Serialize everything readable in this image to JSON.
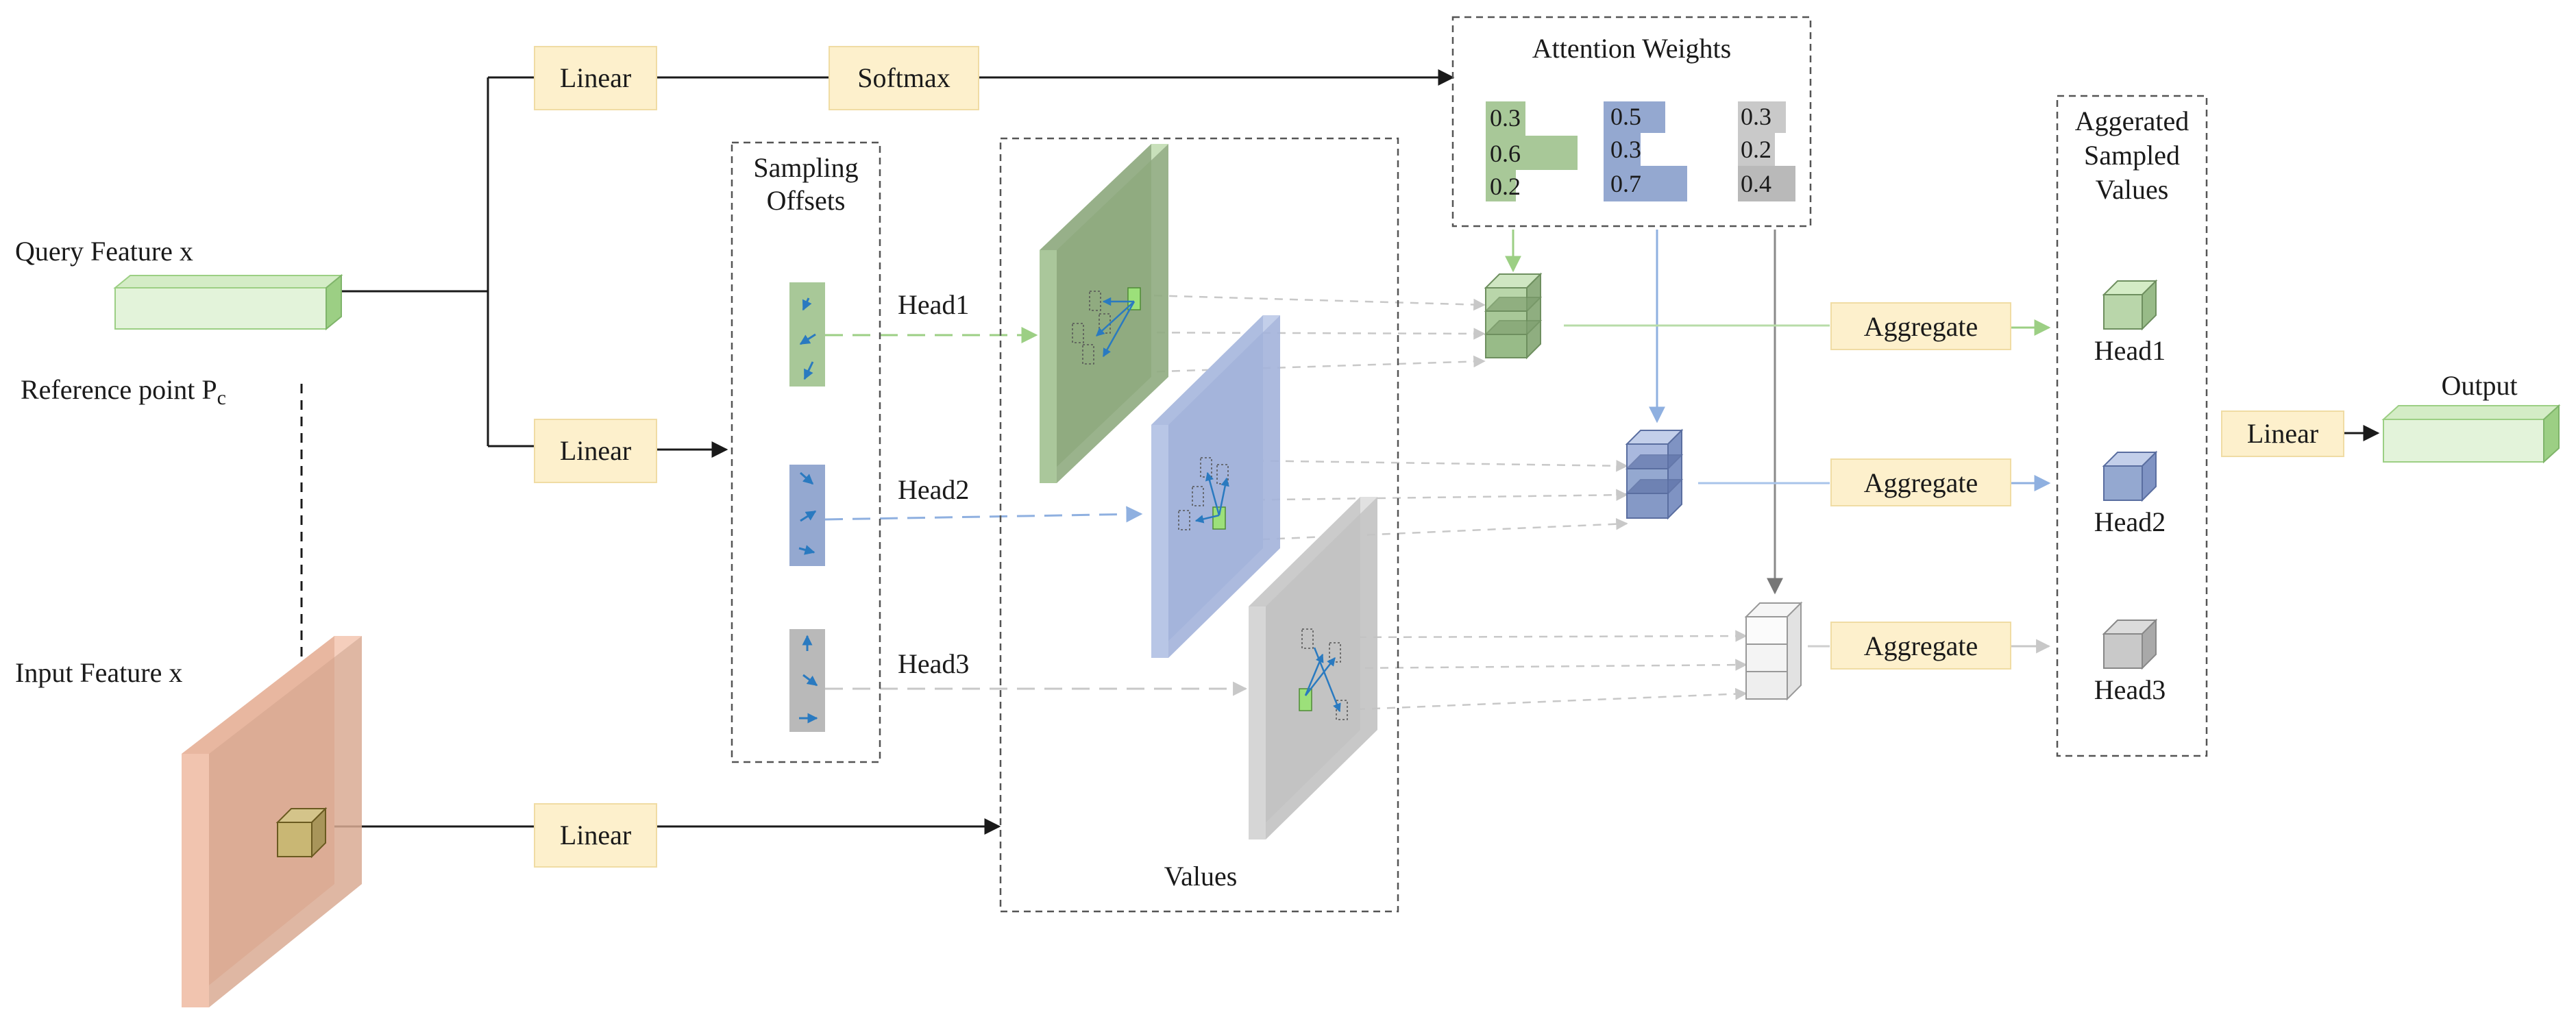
{
  "inputs": {
    "query": "Query Feature x",
    "reference": "Reference point P",
    "reference_sub": "c",
    "input": "Input Feature x"
  },
  "boxes": {
    "linear_top": "Linear",
    "softmax": "Softmax",
    "linear_mid": "Linear",
    "linear_bottom": "Linear",
    "linear_out": "Linear",
    "aggregate1": "Aggregate",
    "aggregate2": "Aggregate",
    "aggregate3": "Aggregate"
  },
  "sampling_offsets": {
    "line1": "Sampling",
    "line2": "Offsets"
  },
  "heads": {
    "h1": "Head1",
    "h2": "Head2",
    "h3": "Head3"
  },
  "values_label": "Values",
  "attention": {
    "title": "Attention Weights",
    "head1": [
      "0.3",
      "0.6",
      "0.2"
    ],
    "head2": [
      "0.5",
      "0.3",
      "0.7"
    ],
    "head3": [
      "0.3",
      "0.2",
      "0.4"
    ]
  },
  "aggregated": {
    "line1": "Aggerated",
    "line2": "Sampled",
    "line3": "Values",
    "h1": "Head1",
    "h2": "Head2",
    "h3": "Head3"
  },
  "output": "Output",
  "colors": {
    "green": "#b7d3a5",
    "green_dark": "#8eab80",
    "blue": "#a5b5d8",
    "blue_dark": "#7f93c3",
    "gray": "#c9c9c9",
    "gray_dark": "#a9a9a9",
    "peach": "#e8b7a0",
    "box_fill": "#fdf0cc",
    "box_stroke": "#f0dca4"
  }
}
